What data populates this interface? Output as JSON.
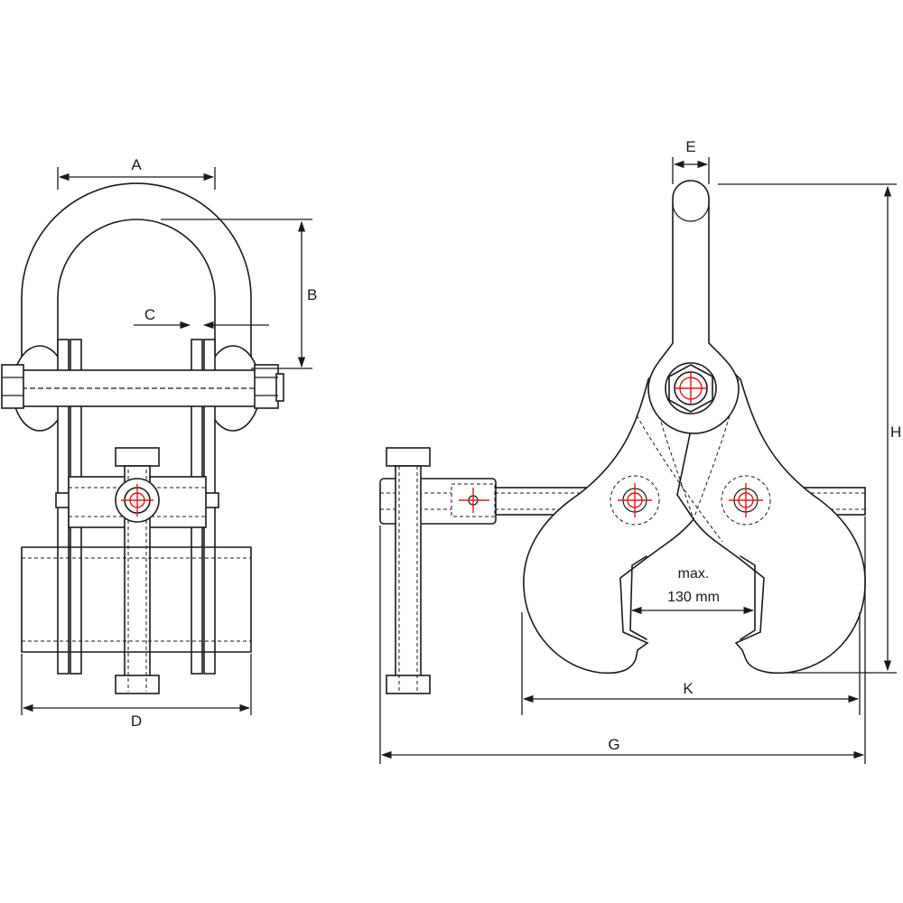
{
  "dimension_labels": {
    "a": "A",
    "b": "B",
    "c": "C",
    "d": "D",
    "e": "E",
    "g": "G",
    "h": "H",
    "k": "K"
  },
  "jaw_note": {
    "line1": "max.",
    "line2": "130 mm"
  },
  "colors": {
    "outline": "#1a1a1a",
    "centerline": "#e01818",
    "background": "#ffffff"
  }
}
